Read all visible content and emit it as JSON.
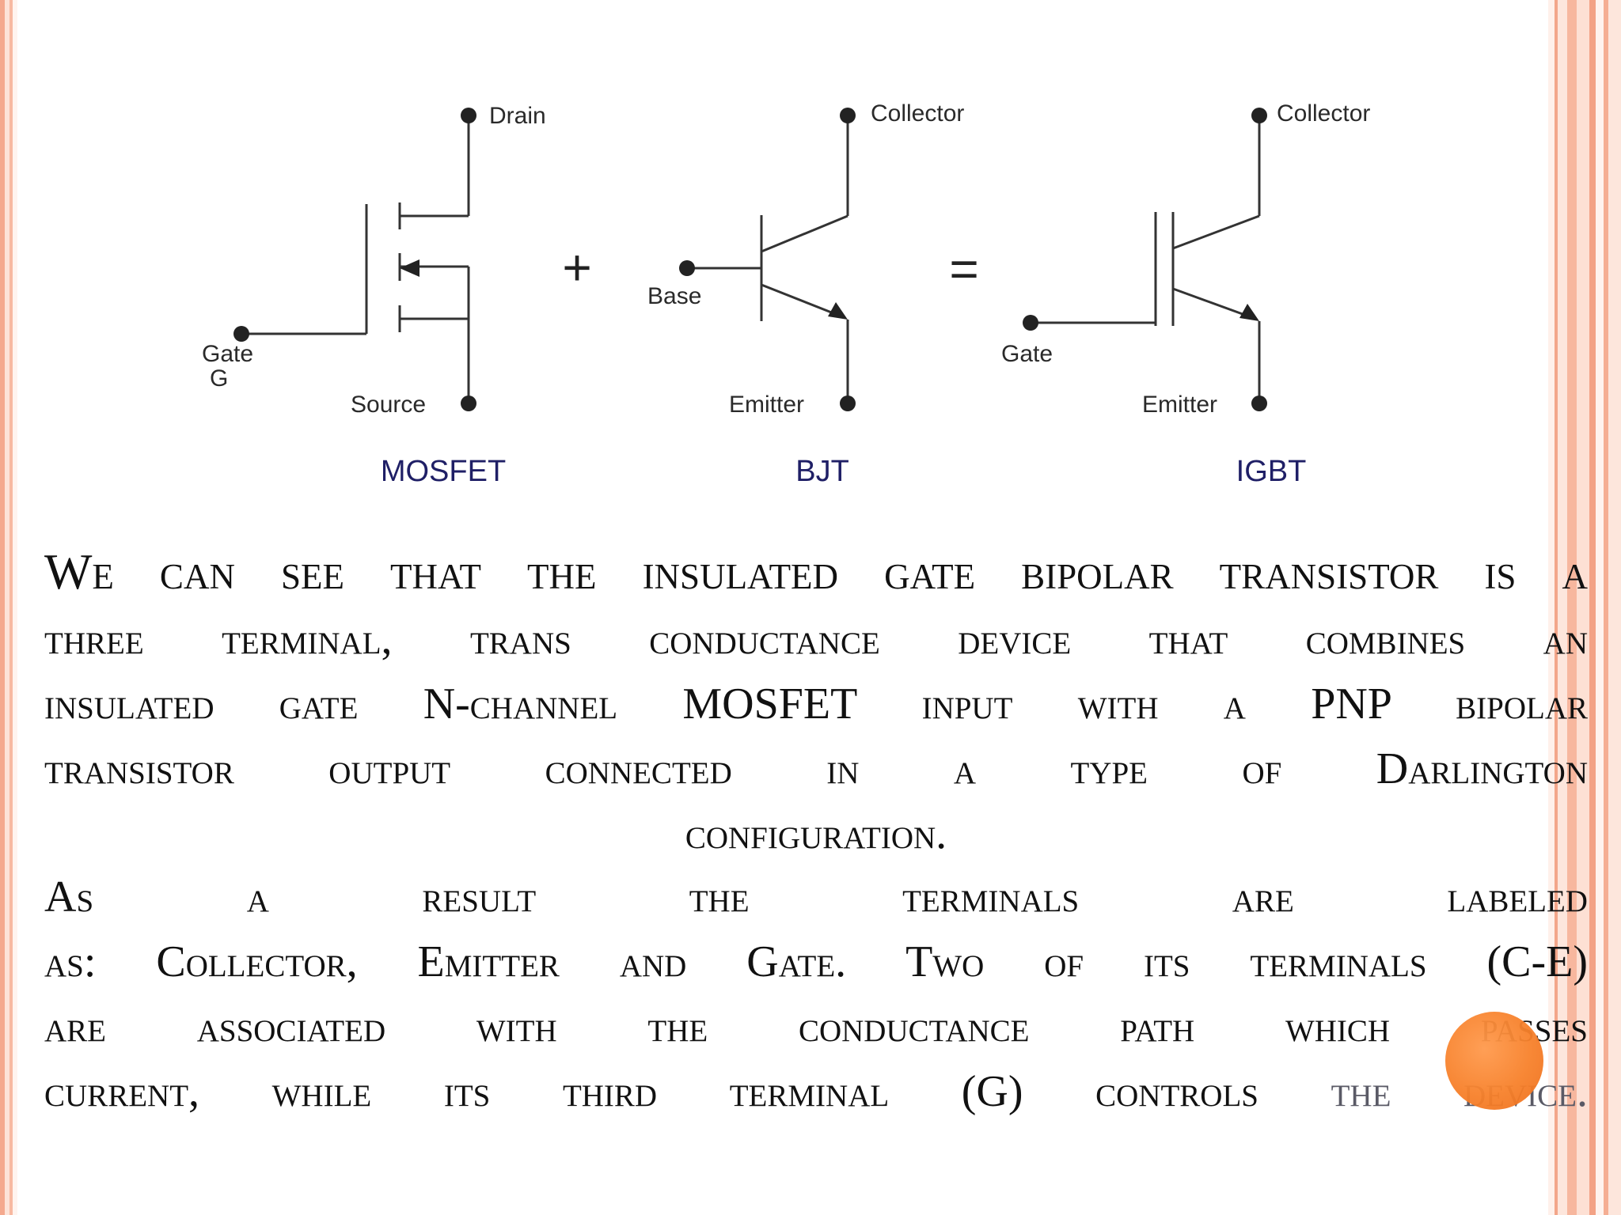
{
  "colors": {
    "frame": "#f4a98e",
    "accent_orb": "#f7812b",
    "title_text": "#1f1f66"
  },
  "diagram": {
    "mosfet": {
      "title": "MOSFET",
      "drain": "Drain",
      "source": "Source",
      "gate": "Gate",
      "gate_symbol": "G"
    },
    "plus": "+",
    "bjt": {
      "title": "BJT",
      "collector": "Collector",
      "base": "Base",
      "emitter": "Emitter"
    },
    "equals": "=",
    "igbt": {
      "title": "IGBT",
      "collector": "Collector",
      "gate": "Gate",
      "emitter": "Emitter"
    }
  },
  "paragraph1": {
    "line1": "We can see that the insulated gate bipolar transistor is a",
    "line2": "three terminal, trans conductance device that combines an",
    "line3": "insulated gate N-channel MOSFET input with a PNP bipolar",
    "line4": "transistor output connected in a type of Darlington",
    "line5": "configuration."
  },
  "paragraph2": {
    "line1": "As a result the terminals are labeled",
    "line2": "as: Collector, Emitter and Gate. Two of its terminals (C-E)",
    "line3": "are associated with the conductance path which passes",
    "line4a": "current, while its third terminal (G) controls",
    "line4b": "the device."
  }
}
